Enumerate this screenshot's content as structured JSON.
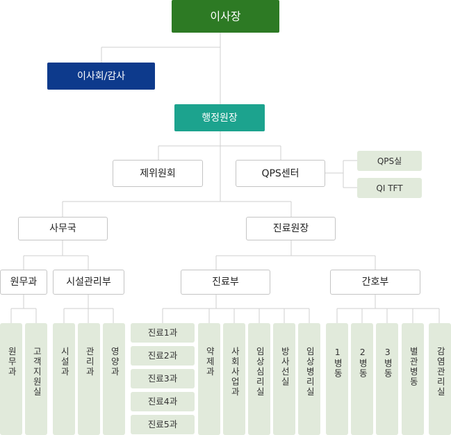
{
  "org": {
    "chairman": "이사장",
    "board": "이사회/감사",
    "admin_director": "행정원장",
    "committee": "제위원회",
    "qps_center": "QPS센터",
    "qps_room": "QPS실",
    "qi_tft": "QI TFT",
    "office": "사무국",
    "medical_director": "진료원장",
    "general_affairs": "원무과",
    "facility_mgmt": "시설관리부",
    "medical_dept": "진료부",
    "nursing_dept": "간호부",
    "office_units": [
      "원무과",
      "고객지원실",
      "시설과",
      "관리과",
      "영양과"
    ],
    "clinics": [
      "진료1과",
      "진료2과",
      "진료3과",
      "진료4과",
      "진료5과"
    ],
    "medical_units": [
      "약제과",
      "사회사업과",
      "임상심리실",
      "방사선실",
      "임상병리실"
    ],
    "nursing_units": [
      "1병동",
      "2병동",
      "3병동",
      "별관병동",
      "감염관리실"
    ]
  }
}
